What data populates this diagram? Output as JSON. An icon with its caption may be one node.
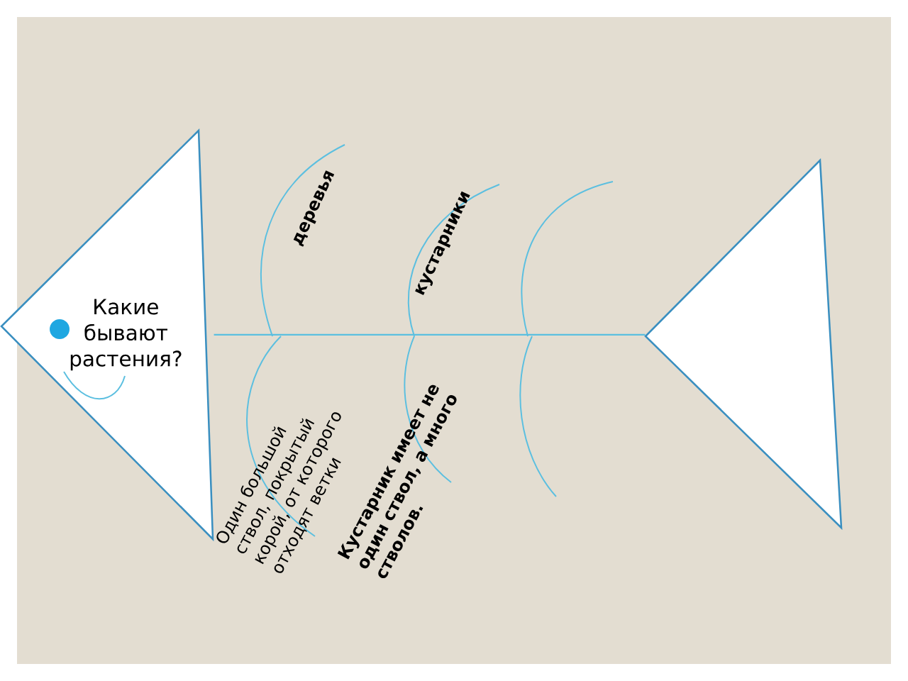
{
  "diagram": {
    "nodes": [
      {
        "text": [
          "Какие бывают растения?"
        ]
      },
      {
        "text": [],
        "shape": "triangle"
      }
    ],
    "edges": [
      {
        "from": 0,
        "to": 1,
        "arrow": "none"
      }
    ],
    "labels": [
      "деревья",
      "кустарники",
      "Один большой ствол, покрытый корой, от которого отходят ветки",
      "Кустарник имеет не один ствол, а много стволов."
    ]
  }
}
